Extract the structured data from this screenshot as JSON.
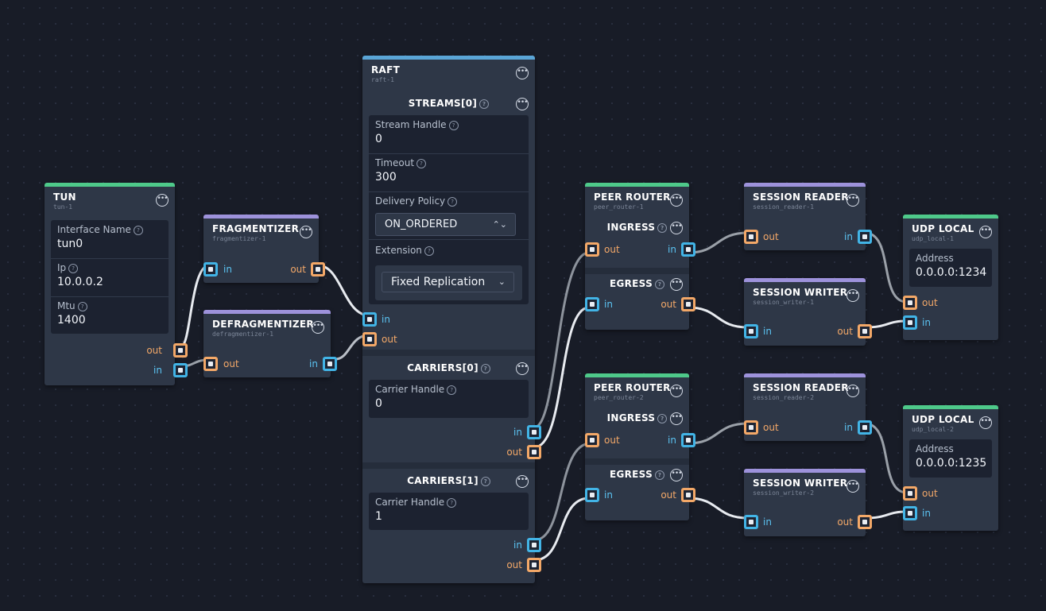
{
  "nodes": {
    "tun": {
      "title": "TUN",
      "sub": "tun-1",
      "fields": [
        {
          "label": "Interface Name",
          "value": "tun0"
        },
        {
          "label": "Ip",
          "value": "10.0.0.2"
        },
        {
          "label": "Mtu",
          "value": "1400"
        }
      ],
      "ports": {
        "out": "out",
        "in": "in"
      }
    },
    "fragmentizer": {
      "title": "FRAGMENTIZER",
      "sub": "fragmentizer-1",
      "ports": {
        "in": "in",
        "out": "out"
      }
    },
    "defragmentizer": {
      "title": "DEFRAGMENTIZER",
      "sub": "defragmentizer-1",
      "ports": {
        "out": "out",
        "in": "in"
      }
    },
    "raft": {
      "title": "RAFT",
      "sub": "raft-1",
      "streams": {
        "title": "STREAMS[0]",
        "stream_handle_label": "Stream Handle",
        "stream_handle": "0",
        "timeout_label": "Timeout",
        "timeout": "300",
        "delivery_label": "Delivery Policy",
        "delivery": "ON_ORDERED",
        "extension_label": "Extension",
        "extension": "Fixed Replication",
        "ports": {
          "in": "in",
          "out": "out"
        }
      },
      "carriers": [
        {
          "title": "CARRIERS[0]",
          "handle_label": "Carrier Handle",
          "handle": "0",
          "ports": {
            "in": "in",
            "out": "out"
          }
        },
        {
          "title": "CARRIERS[1]",
          "handle_label": "Carrier Handle",
          "handle": "1",
          "ports": {
            "in": "in",
            "out": "out"
          }
        }
      ]
    },
    "peer_router_1": {
      "title": "PEER ROUTER",
      "sub": "peer_router-1",
      "ingress": {
        "title": "INGRESS",
        "out": "out",
        "in": "in"
      },
      "egress": {
        "title": "EGRESS",
        "in": "in",
        "out": "out"
      }
    },
    "peer_router_2": {
      "title": "PEER ROUTER",
      "sub": "peer_router-2",
      "ingress": {
        "title": "INGRESS",
        "out": "out",
        "in": "in"
      },
      "egress": {
        "title": "EGRESS",
        "in": "in",
        "out": "out"
      }
    },
    "session_reader_1": {
      "title": "SESSION READER",
      "sub": "session_reader-1",
      "ports": {
        "out": "out",
        "in": "in"
      }
    },
    "session_writer_1": {
      "title": "SESSION WRITER",
      "sub": "session_writer-1",
      "ports": {
        "in": "in",
        "out": "out"
      }
    },
    "session_reader_2": {
      "title": "SESSION READER",
      "sub": "session_reader-2",
      "ports": {
        "out": "out",
        "in": "in"
      }
    },
    "session_writer_2": {
      "title": "SESSION WRITER",
      "sub": "session_writer-2",
      "ports": {
        "in": "in",
        "out": "out"
      }
    },
    "udp_local_1": {
      "title": "UDP LOCAL",
      "sub": "udp_local-1",
      "address_label": "Address",
      "address": "0.0.0.0:1234",
      "ports": {
        "out": "out",
        "in": "in"
      }
    },
    "udp_local_2": {
      "title": "UDP LOCAL",
      "sub": "udp_local-2",
      "address_label": "Address",
      "address": "0.0.0.0:1235",
      "ports": {
        "out": "out",
        "in": "in"
      }
    }
  },
  "icons": {
    "menu": "more-options-icon",
    "help": "help-icon",
    "socket": "connector-socket-icon"
  },
  "colors": {
    "accent_green": "#4ec98a",
    "accent_purple": "#9d92db",
    "accent_blue": "#5aa5d6",
    "port_out": "#f3a868",
    "port_in": "#42b4e6",
    "wire": "#d9dce2"
  }
}
